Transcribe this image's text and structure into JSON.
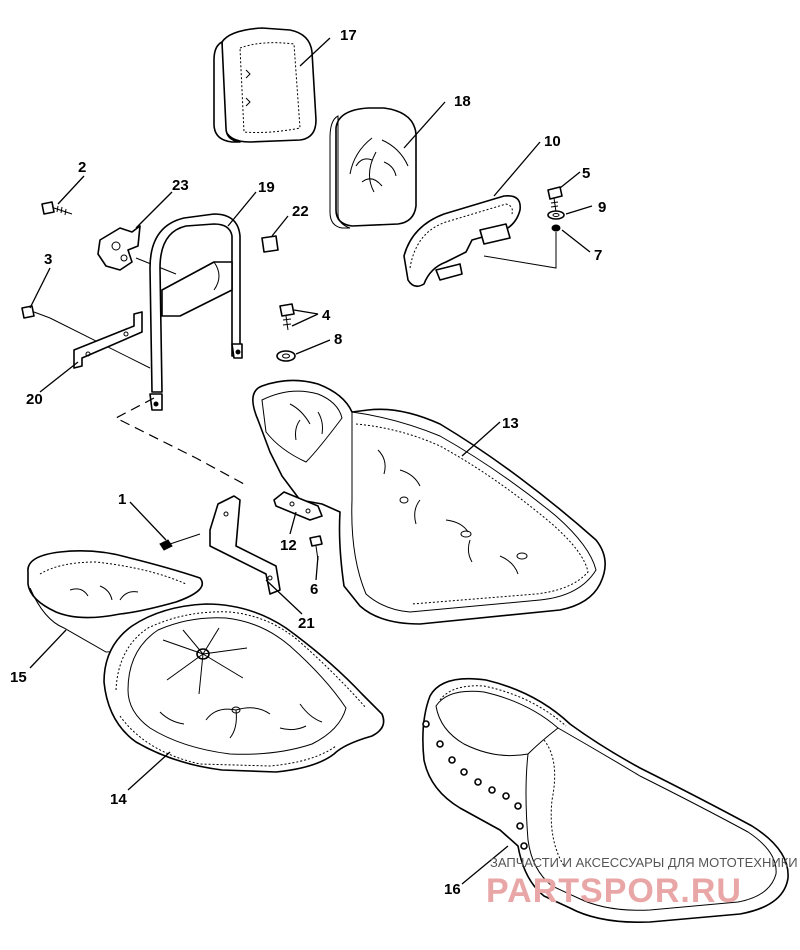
{
  "callouts": [
    {
      "id": "1",
      "label": "1"
    },
    {
      "id": "2",
      "label": "2"
    },
    {
      "id": "3",
      "label": "3"
    },
    {
      "id": "4",
      "label": "4"
    },
    {
      "id": "5",
      "label": "5"
    },
    {
      "id": "6",
      "label": "6"
    },
    {
      "id": "7",
      "label": "7"
    },
    {
      "id": "8",
      "label": "8"
    },
    {
      "id": "9",
      "label": "9"
    },
    {
      "id": "10",
      "label": "10"
    },
    {
      "id": "12",
      "label": "12"
    },
    {
      "id": "13",
      "label": "13"
    },
    {
      "id": "14",
      "label": "14"
    },
    {
      "id": "15",
      "label": "15"
    },
    {
      "id": "16",
      "label": "16"
    },
    {
      "id": "17",
      "label": "17"
    },
    {
      "id": "18",
      "label": "18"
    },
    {
      "id": "19",
      "label": "19"
    },
    {
      "id": "20",
      "label": "20"
    },
    {
      "id": "21",
      "label": "21"
    },
    {
      "id": "22",
      "label": "22"
    },
    {
      "id": "23",
      "label": "23"
    }
  ],
  "watermark": {
    "tagline": "ЗАПЧАСТИ И АКСЕССУАРЫ ДЛЯ МОТОТЕХНИКИ",
    "brand": "PARTSPOR.RU",
    "brand_color": "#e9a6a6"
  }
}
